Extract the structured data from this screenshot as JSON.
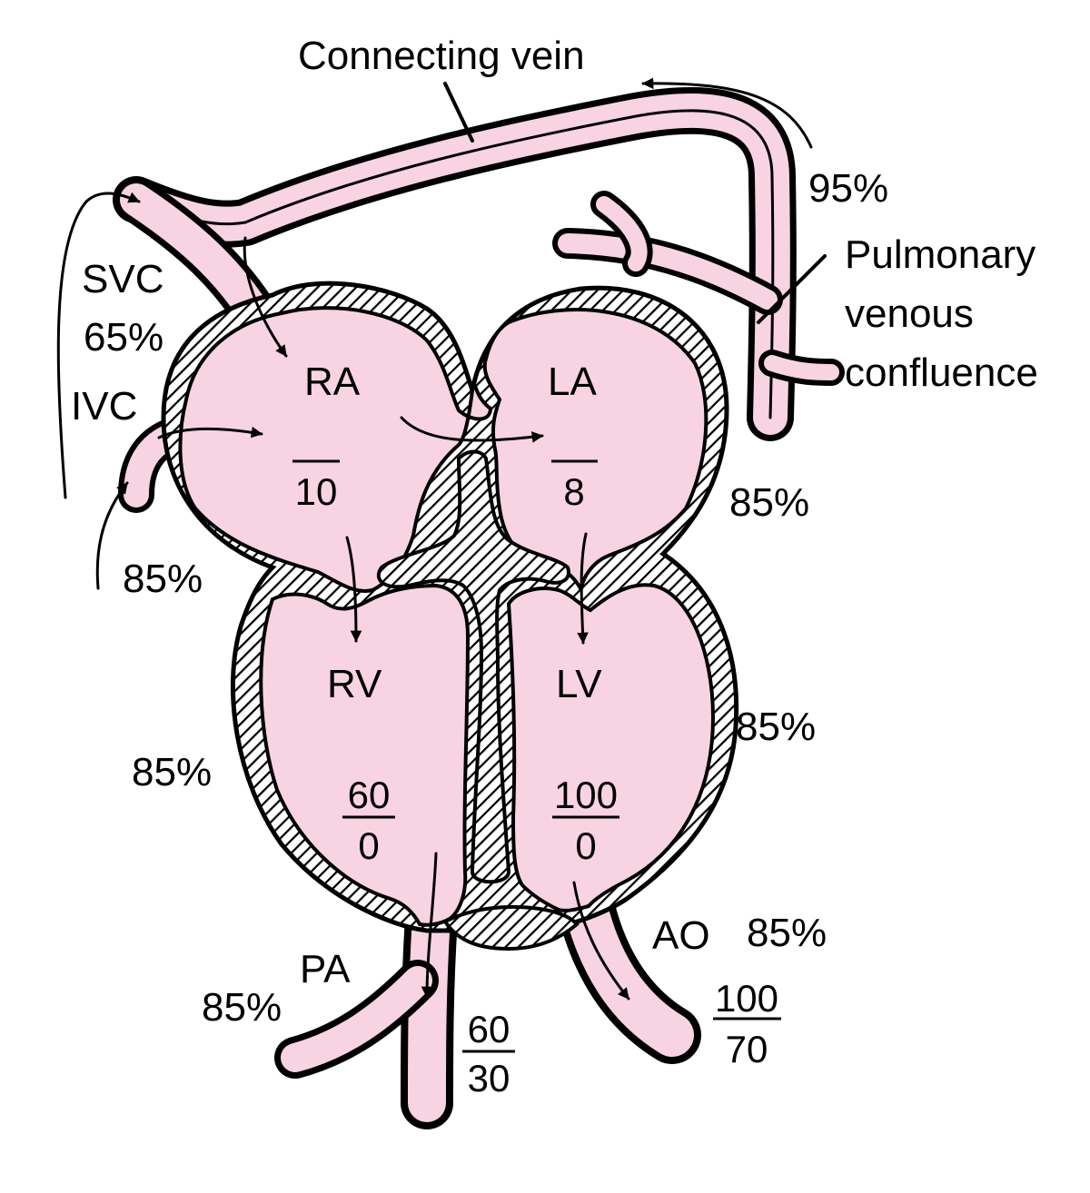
{
  "colors": {
    "blood": "#f8d3e2",
    "wall": "#000000",
    "background": "#ffffff"
  },
  "labels": {
    "connecting_vein": "Connecting vein",
    "svc": "SVC",
    "ivc": "IVC",
    "ra": "RA",
    "la": "LA",
    "rv": "RV",
    "lv": "LV",
    "pa": "PA",
    "ao": "AO",
    "confluence_line1": "Pulmonary",
    "confluence_line2": "venous",
    "confluence_line3": "confluence"
  },
  "saturations": {
    "connecting_vein": "95%",
    "svc": "65%",
    "ivc": "85%",
    "left_atrium": "85%",
    "right_ventricle": "85%",
    "left_ventricle": "85%",
    "pulmonary_artery": "85%",
    "aorta": "85%"
  },
  "pressures": {
    "ra": {
      "systolic": "",
      "diastolic": "10"
    },
    "la": {
      "systolic": "",
      "diastolic": "8"
    },
    "rv": {
      "systolic": "60",
      "diastolic": "0"
    },
    "lv": {
      "systolic": "100",
      "diastolic": "0"
    },
    "pa": {
      "systolic": "60",
      "diastolic": "30"
    },
    "ao": {
      "systolic": "100",
      "diastolic": "70"
    }
  }
}
